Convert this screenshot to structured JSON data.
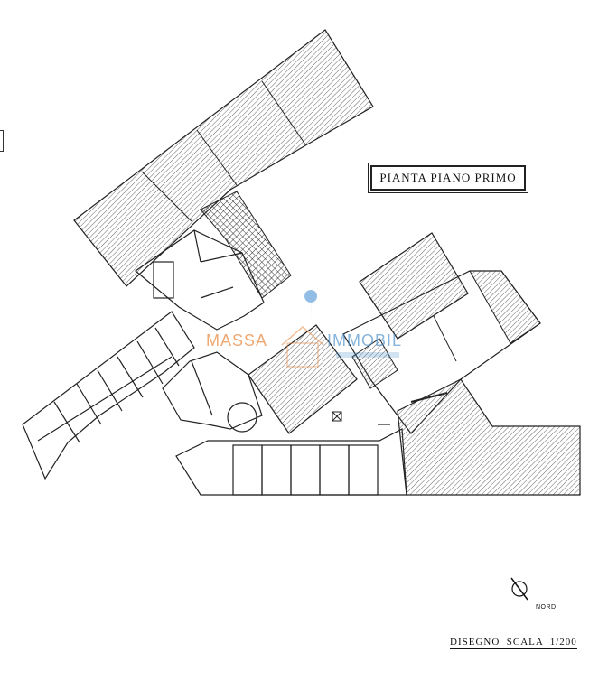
{
  "drawing": {
    "title": "PIANTA PIANO PRIMO",
    "scale_label": "DISEGNO  SCALA  1/200",
    "north_label": "NORD"
  },
  "watermark": {
    "left_text": "MASSA",
    "right_text": "IMMOBIL",
    "left_color": "#e88c46",
    "right_color": "#468cc8"
  },
  "colors": {
    "line": "#222222",
    "hatch": "#444444",
    "background": "#ffffff"
  }
}
